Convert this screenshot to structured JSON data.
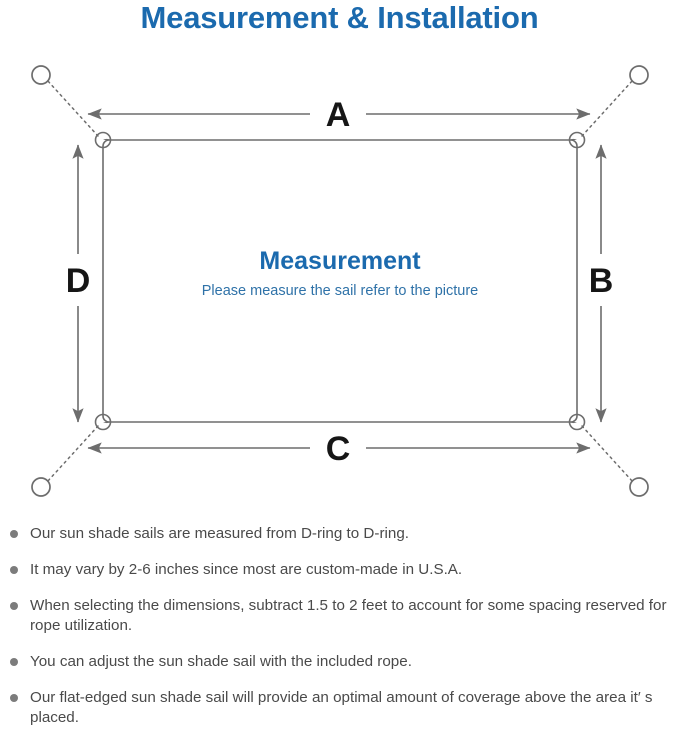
{
  "page": {
    "title": "Measurement & Installation",
    "title_color": "#1b6aae",
    "background_color": "#ffffff"
  },
  "diagram": {
    "name": "sun-shade-sail-measurement-diagram",
    "center": {
      "heading": "Measurement",
      "subtitle": "Please measure the sail refer to the picture"
    },
    "dimension_labels": {
      "top": "A",
      "right": "B",
      "bottom": "C",
      "left": "D"
    },
    "colors": {
      "sail_outline": "#6d6d6d",
      "arrow": "#6d6d6d",
      "anchor_ring": "#6d6d6d",
      "rope_dotted": "#6d6d6d",
      "letter": "#161616"
    }
  },
  "notes": {
    "bullet_color": "#7c7c7c",
    "items": [
      "Our sun shade sails are measured from D-ring to D-ring.",
      "It may vary by 2-6 inches since most are custom-made in U.S.A.",
      "When selecting the dimensions, subtract 1.5 to 2 feet to account for some spacing reserved for rope utilization.",
      "You can adjust the sun shade sail with the included rope.",
      "Our flat-edged sun shade sail will provide an optimal amount of coverage above the area it′ s placed."
    ]
  }
}
